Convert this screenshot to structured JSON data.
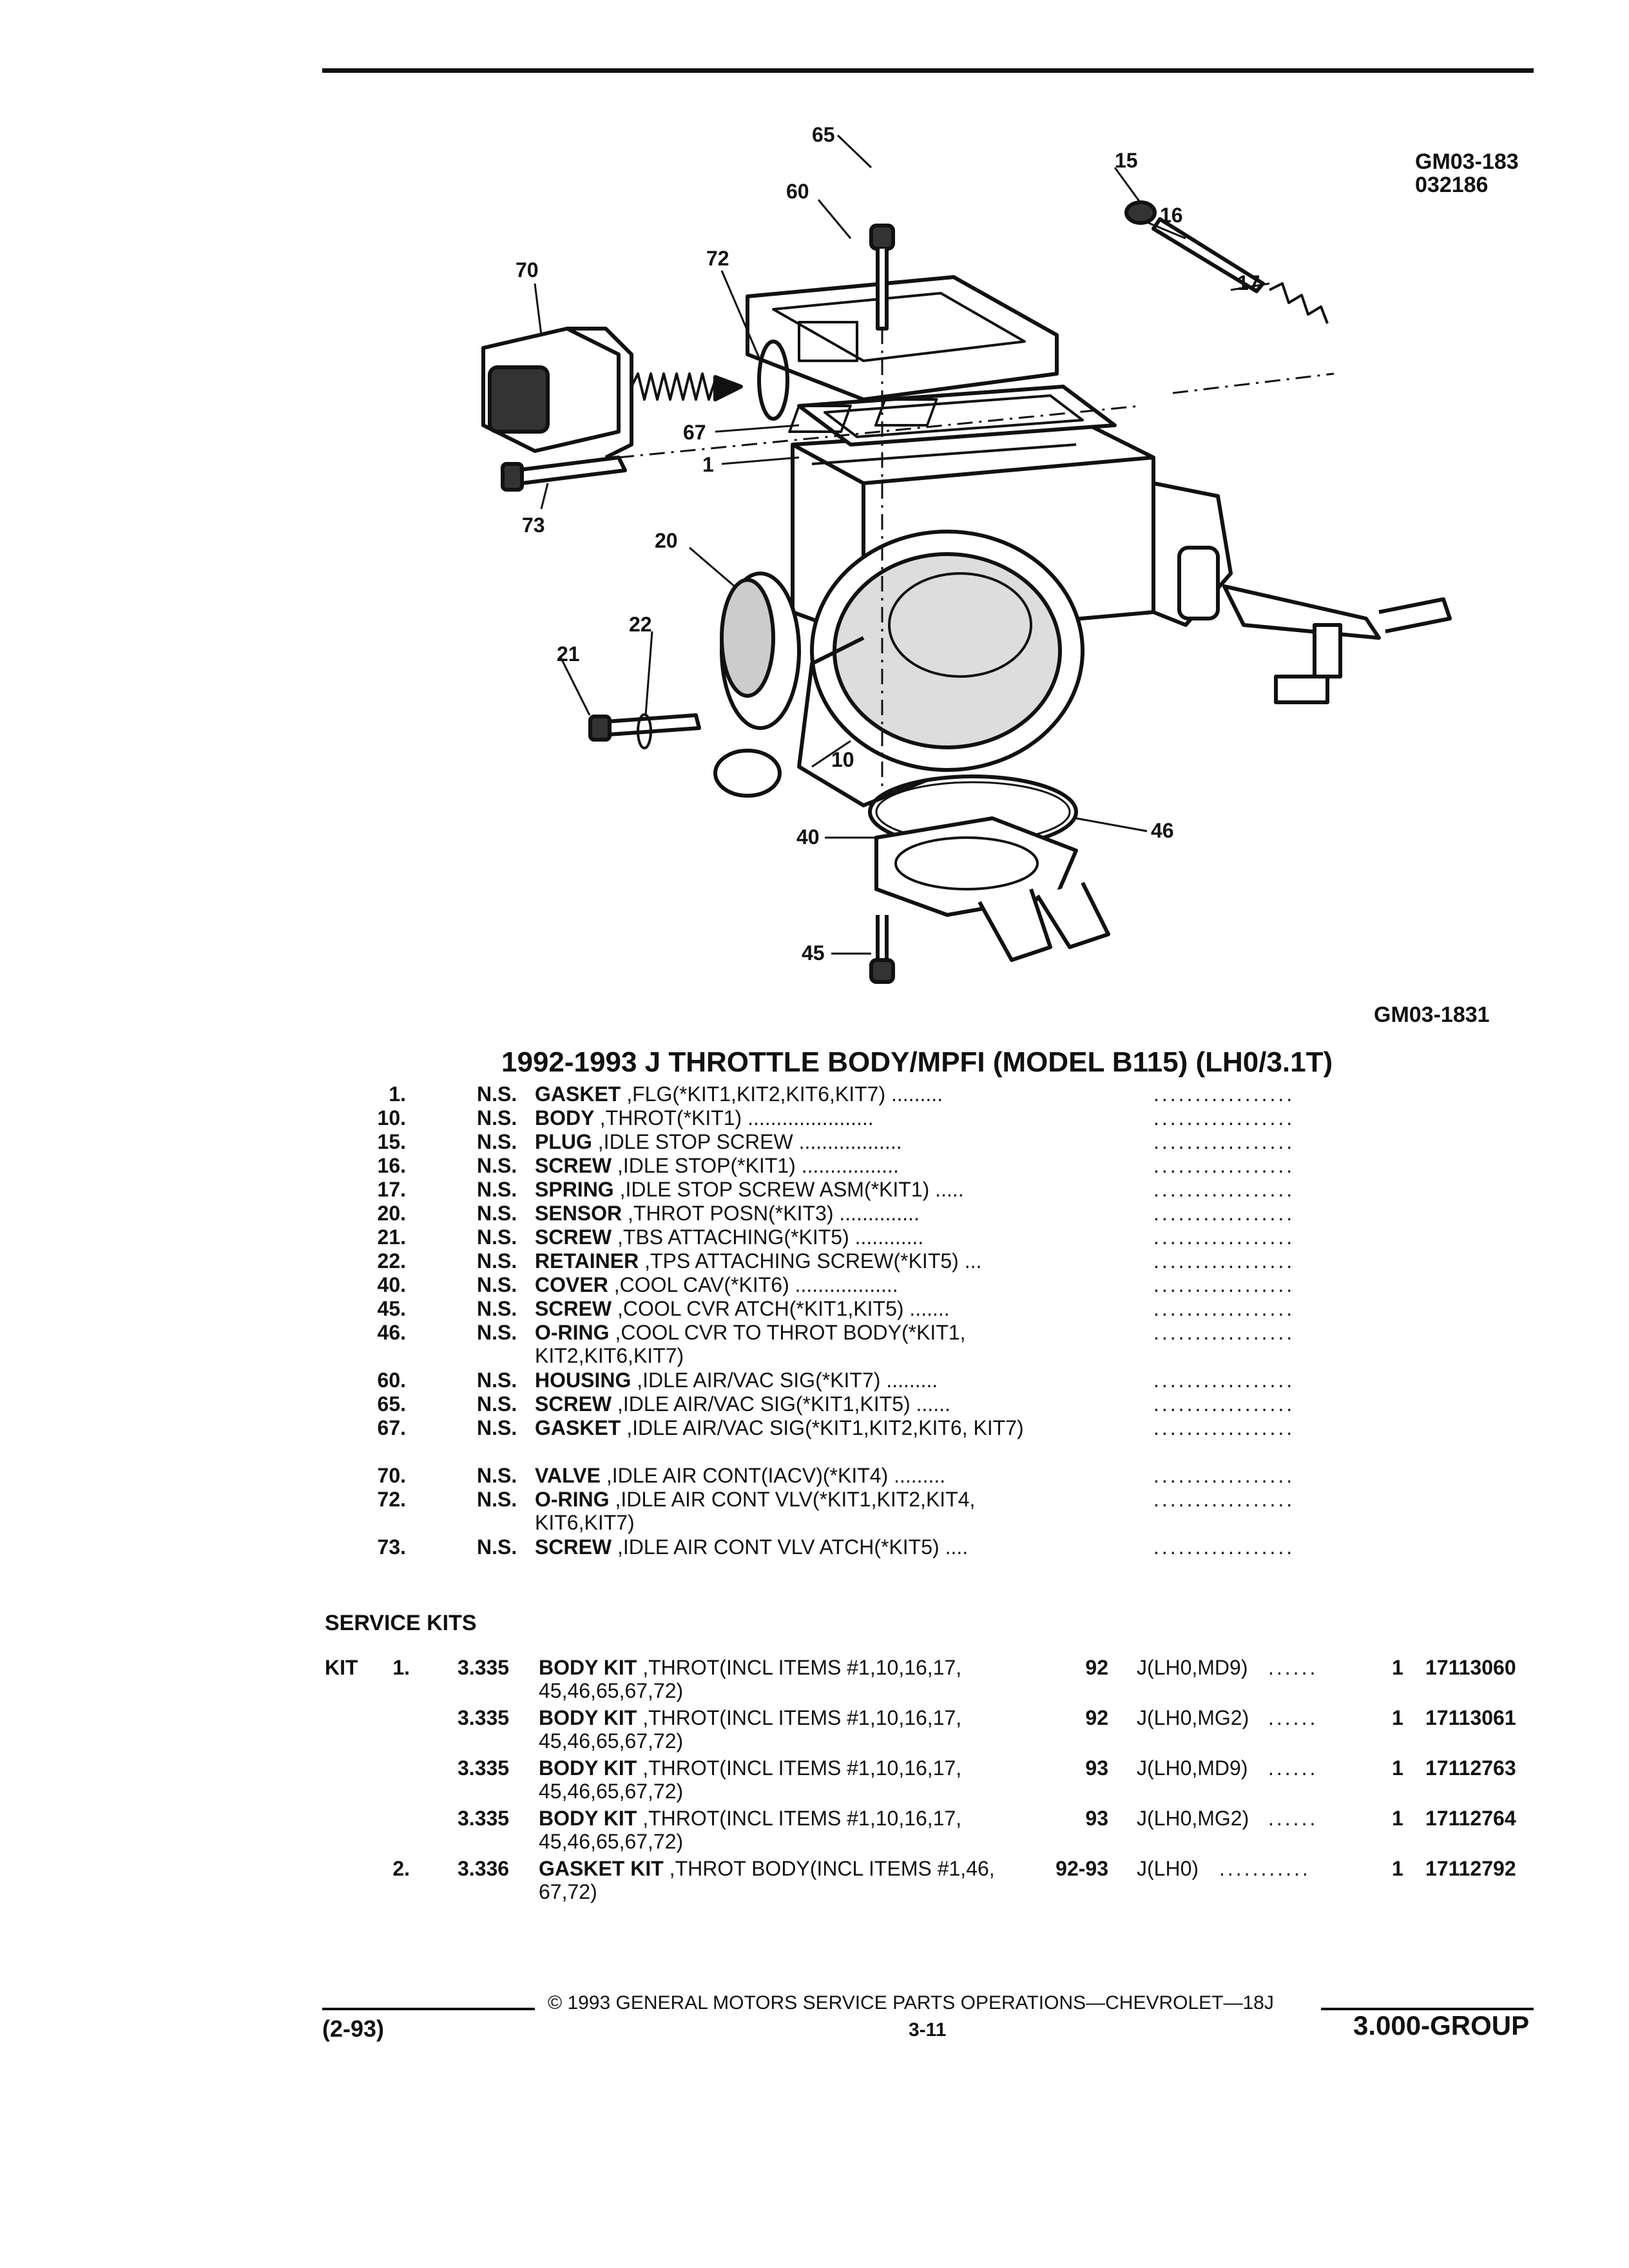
{
  "header": {
    "code_top": "GM03-183",
    "code_date": "032186",
    "figure_code": "GM03-1831"
  },
  "diagram_callouts": [
    "65",
    "60",
    "15",
    "16",
    "17",
    "72",
    "70",
    "73",
    "67",
    "1",
    "20",
    "22",
    "21",
    "10",
    "46",
    "40",
    "45"
  ],
  "title": "1992-1993 J THROTTLE BODY/MPFI (MODEL B115) (LH0/3.1T)",
  "parts": [
    {
      "num": "1.",
      "ns": "N.S.",
      "name": "GASKET",
      "desc": ",FLG(*KIT1,KIT2,KIT6,KIT7)",
      "lead": ".........",
      "dots": "................."
    },
    {
      "num": "10.",
      "ns": "N.S.",
      "name": "BODY",
      "desc": ",THROT(*KIT1)",
      "lead": "......................",
      "dots": "................."
    },
    {
      "num": "15.",
      "ns": "N.S.",
      "name": "PLUG",
      "desc": ",IDLE STOP SCREW",
      "lead": "..................",
      "dots": "................."
    },
    {
      "num": "16.",
      "ns": "N.S.",
      "name": "SCREW",
      "desc": ",IDLE STOP(*KIT1)",
      "lead": ".................",
      "dots": "................."
    },
    {
      "num": "17.",
      "ns": "N.S.",
      "name": "SPRING",
      "desc": ",IDLE STOP SCREW ASM(*KIT1)",
      "lead": ".....",
      "dots": "................."
    },
    {
      "num": "20.",
      "ns": "N.S.",
      "name": "SENSOR",
      "desc": ",THROT POSN(*KIT3)",
      "lead": "..............",
      "dots": "................."
    },
    {
      "num": "21.",
      "ns": "N.S.",
      "name": "SCREW",
      "desc": ",TBS ATTACHING(*KIT5)",
      "lead": "............",
      "dots": "................."
    },
    {
      "num": "22.",
      "ns": "N.S.",
      "name": "RETAINER",
      "desc": ",TPS ATTACHING SCREW(*KIT5)",
      "lead": "...",
      "dots": "................."
    },
    {
      "num": "40.",
      "ns": "N.S.",
      "name": "COVER",
      "desc": ",COOL CAV(*KIT6)",
      "lead": "..................",
      "dots": "................."
    },
    {
      "num": "45.",
      "ns": "N.S.",
      "name": "SCREW",
      "desc": ",COOL CVR ATCH(*KIT1,KIT5)",
      "lead": ".......",
      "dots": "................."
    },
    {
      "num": "46.",
      "ns": "N.S.",
      "name": "O-RING",
      "desc": ",COOL CVR TO THROT BODY(*KIT1, KIT2,KIT6,KIT7)",
      "lead": "",
      "dots": "................."
    },
    {
      "num": "60.",
      "ns": "N.S.",
      "name": "HOUSING",
      "desc": ",IDLE AIR/VAC SIG(*KIT7)",
      "lead": ".........",
      "dots": "................."
    },
    {
      "num": "65.",
      "ns": "N.S.",
      "name": "SCREW",
      "desc": ",IDLE AIR/VAC SIG(*KIT1,KIT5)",
      "lead": "......",
      "dots": "................."
    },
    {
      "num": "67.",
      "ns": "N.S.",
      "name": "GASKET",
      "desc": ",IDLE AIR/VAC SIG(*KIT1,KIT2,KIT6, KIT7)",
      "lead": "",
      "dots": "................."
    },
    {
      "num": "70.",
      "ns": "N.S.",
      "name": "VALVE",
      "desc": ",IDLE AIR CONT(IACV)(*KIT4)",
      "lead": ".........",
      "dots": "................."
    },
    {
      "num": "72.",
      "ns": "N.S.",
      "name": "O-RING",
      "desc": ",IDLE AIR CONT VLV(*KIT1,KIT2,KIT4, KIT6,KIT7)",
      "lead": "",
      "dots": "................."
    },
    {
      "num": "73.",
      "ns": "N.S.",
      "name": "SCREW",
      "desc": ",IDLE AIR CONT VLV ATCH(*KIT5)",
      "lead": "....",
      "dots": "................."
    }
  ],
  "service_kits": {
    "heading": "SERVICE KITS",
    "rows": [
      {
        "kit": "KIT",
        "num": "1.",
        "code": "3.335",
        "name": "BODY KIT",
        "desc": ",THROT(INCL ITEMS #1,10,16,17, 45,46,65,67,72)",
        "year": "92",
        "model": "J(LH0,MD9)",
        "dots": "......",
        "qty": "1",
        "part": "17113060"
      },
      {
        "kit": "",
        "num": "",
        "code": "3.335",
        "name": "BODY KIT",
        "desc": ",THROT(INCL ITEMS #1,10,16,17, 45,46,65,67,72)",
        "year": "92",
        "model": "J(LH0,MG2)",
        "dots": "......",
        "qty": "1",
        "part": "17113061"
      },
      {
        "kit": "",
        "num": "",
        "code": "3.335",
        "name": "BODY KIT",
        "desc": ",THROT(INCL ITEMS #1,10,16,17, 45,46,65,67,72)",
        "year": "93",
        "model": "J(LH0,MD9)",
        "dots": "......",
        "qty": "1",
        "part": "17112763"
      },
      {
        "kit": "",
        "num": "",
        "code": "3.335",
        "name": "BODY KIT",
        "desc": ",THROT(INCL ITEMS #1,10,16,17, 45,46,65,67,72)",
        "year": "93",
        "model": "J(LH0,MG2)",
        "dots": "......",
        "qty": "1",
        "part": "17112764"
      },
      {
        "kit": "",
        "num": "2.",
        "code": "3.336",
        "name": "GASKET KIT",
        "desc": ",THROT BODY(INCL ITEMS #1,46, 67,72)",
        "year": "92-93",
        "model": "J(LH0)",
        "dots": "...........",
        "qty": "1",
        "part": "17112792"
      }
    ]
  },
  "footer": {
    "copyright": "© 1993 GENERAL MOTORS SERVICE PARTS OPERATIONS—CHEVROLET—18J",
    "date": "(2-93)",
    "page": "3-11",
    "group": "3.000-GROUP"
  }
}
